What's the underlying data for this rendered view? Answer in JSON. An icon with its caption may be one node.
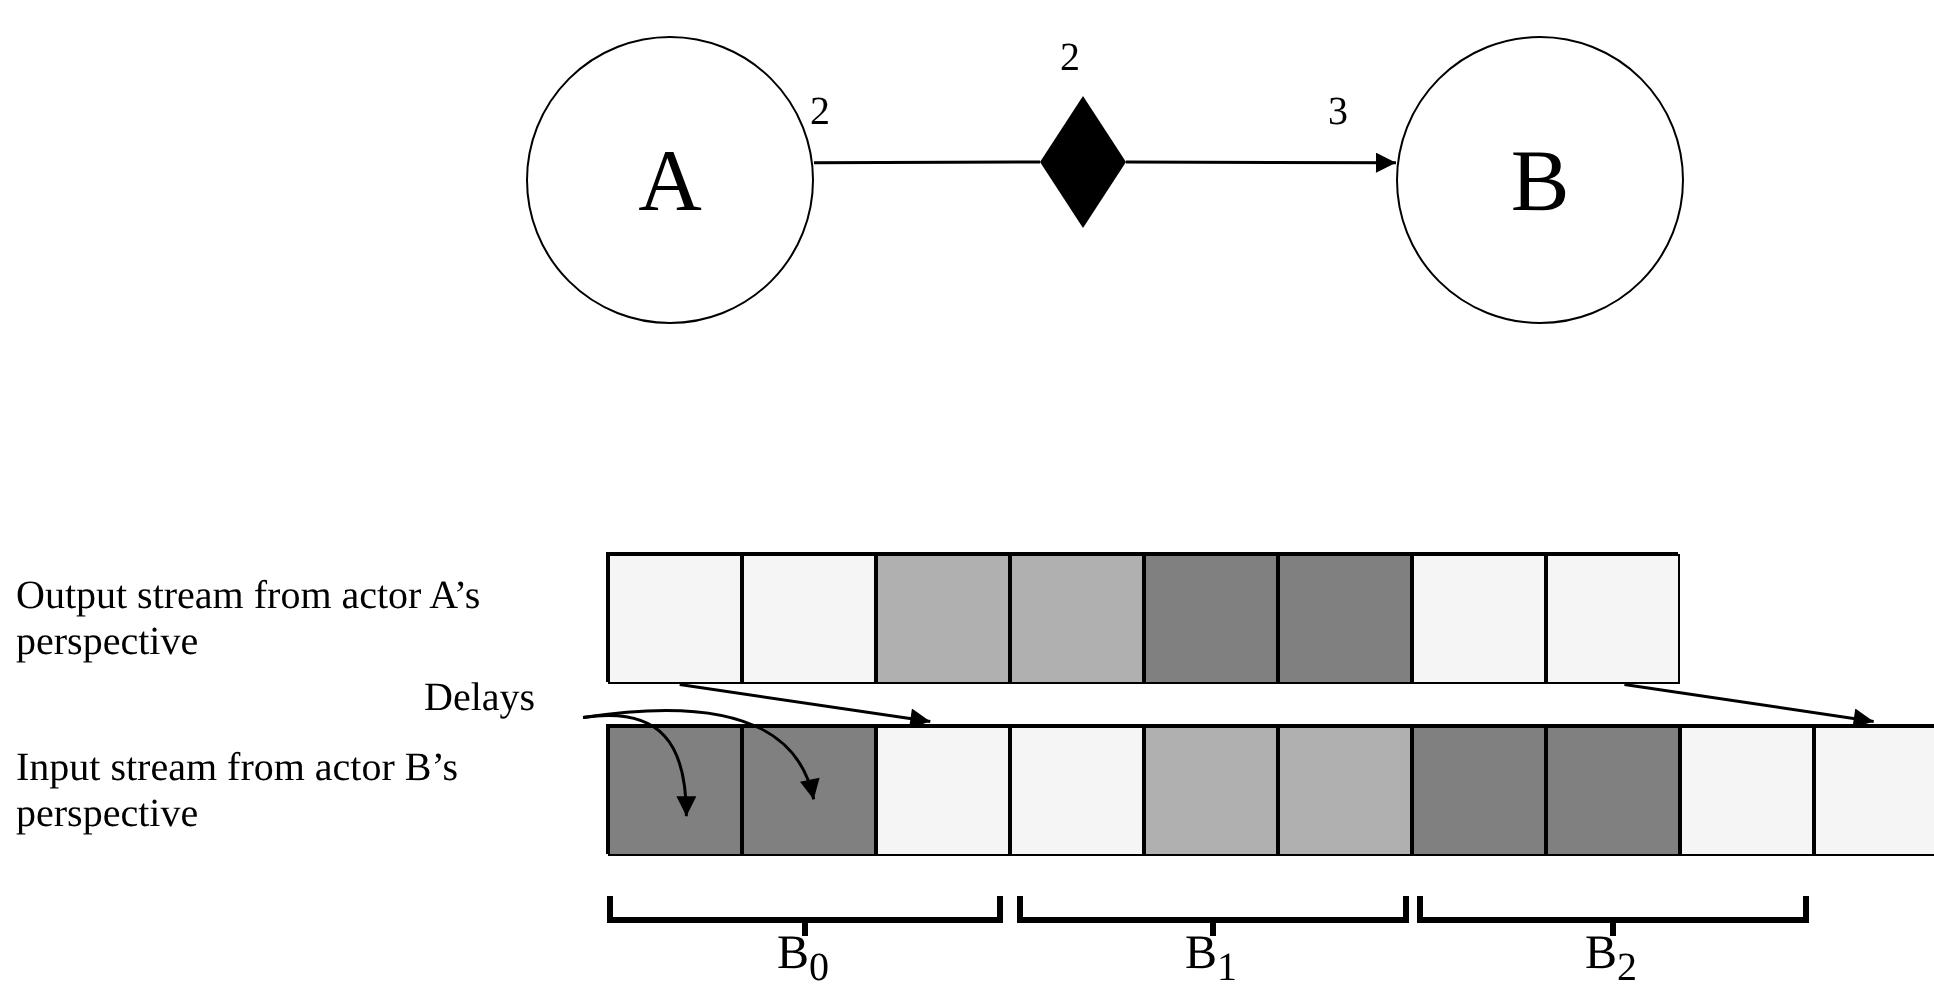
{
  "diagram": {
    "nodes": [
      {
        "text": [
          "A"
        ]
      },
      {
        "text": [],
        "shape": "diamond",
        "beside": [
          "2"
        ]
      },
      {
        "text": [
          "B"
        ]
      },
      {
        "text": [],
        "shape": "bar"
      },
      {
        "text": [],
        "shape": "box",
        "in": 3
      },
      {
        "text": [],
        "shape": "box",
        "in": 3
      },
      {
        "text": [],
        "shape": "box",
        "in": 3
      },
      {
        "text": [],
        "shape": "box",
        "in": 3
      },
      {
        "text": [],
        "shape": "box",
        "in": 3
      },
      {
        "text": [],
        "shape": "box",
        "in": 3
      },
      {
        "text": [],
        "shape": "box",
        "in": 3
      },
      {
        "text": [],
        "shape": "box",
        "in": 3
      },
      {
        "text": [],
        "shape": "bar"
      },
      {
        "text": [],
        "shape": "box",
        "in": 12
      },
      {
        "text": [],
        "shape": "box",
        "in": 12
      },
      {
        "text": [],
        "shape": "box",
        "in": 12
      },
      {
        "text": [],
        "shape": "box",
        "in": 12
      },
      {
        "text": [],
        "shape": "box",
        "in": 12
      },
      {
        "text": [],
        "shape": "box",
        "in": 12
      },
      {
        "text": [],
        "shape": "box",
        "in": 12
      },
      {
        "text": [],
        "shape": "box",
        "in": 12
      },
      {
        "text": [],
        "shape": "box",
        "in": 12
      },
      {
        "text": [],
        "shape": "box",
        "in": 12
      },
      {
        "text": [
          "Delays"
        ]
      }
    ],
    "edges": [
      {
        "from": 0,
        "to": 1,
        "arrow": "none",
        "label": "2"
      },
      {
        "from": 1,
        "to": 2,
        "arrow": "to",
        "label": "3"
      },
      {
        "from": 4,
        "to": 15,
        "arrow": "to"
      },
      {
        "from": 11,
        "to": 22,
        "arrow": "to"
      },
      {
        "from": 23,
        "to": 13,
        "arrow": "to"
      },
      {
        "from": 23,
        "to": 14,
        "arrow": "to"
      }
    ],
    "labels": [
      "Output stream from actor A’s perspective",
      "Input stream from actor B’s perspective",
      "B$_{0}$",
      "B$_{1}$",
      "B$_{2}$"
    ]
  }
}
